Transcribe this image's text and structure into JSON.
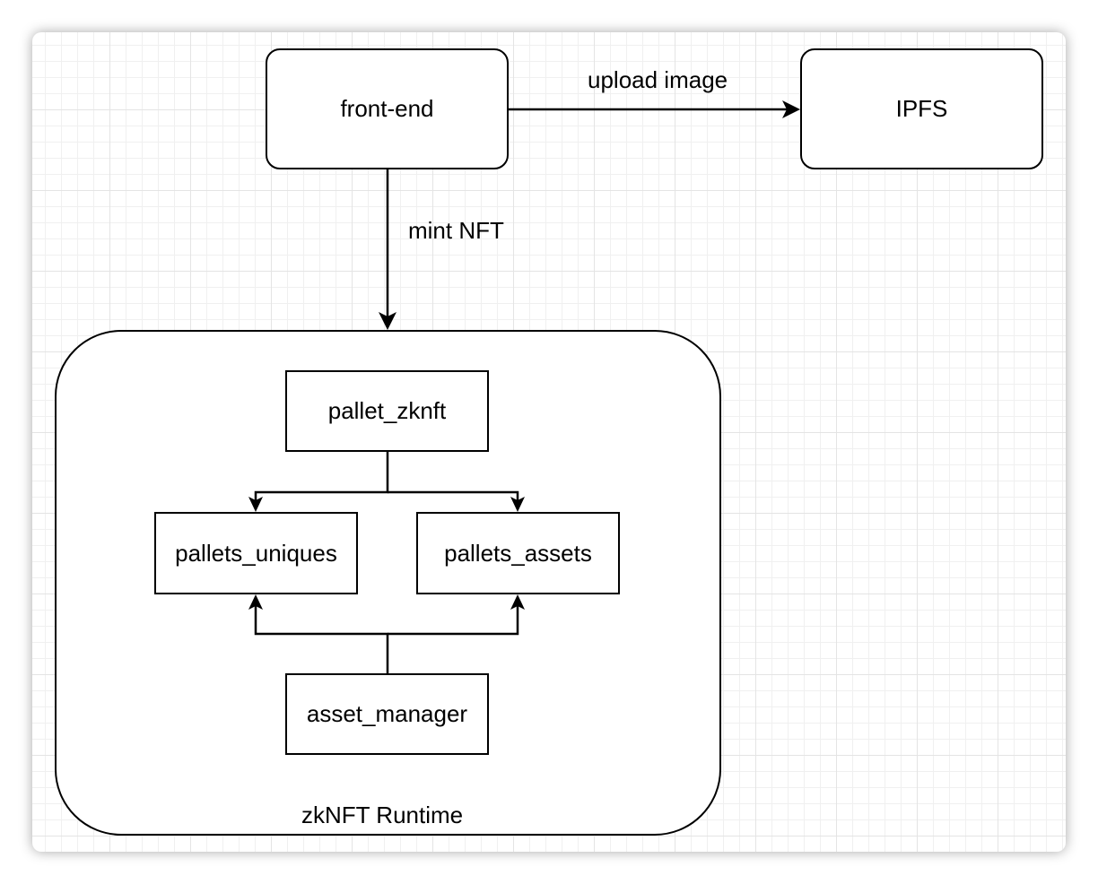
{
  "diagram": {
    "container": {
      "label": "zkNFT Runtime"
    },
    "nodes": {
      "front_end": "front-end",
      "ipfs": "IPFS",
      "pallet_zknft": "pallet_zknft",
      "pallets_uniques": "pallets_uniques",
      "pallets_assets": "pallets_assets",
      "asset_manager": "asset_manager"
    },
    "edges": {
      "upload_image": "upload image",
      "mint_nft": "mint NFT"
    },
    "colors": {
      "stroke": "#000000",
      "fill": "#ffffff",
      "grid": "#e4e4e4"
    }
  }
}
